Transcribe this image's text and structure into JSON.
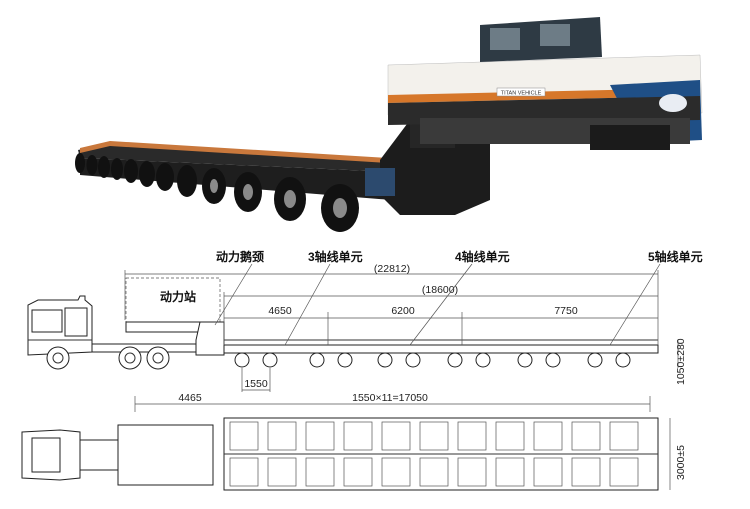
{
  "labels": {
    "gooseneck": "动力鹅颈",
    "axle3": "3轴线单元",
    "axle4": "4轴线单元",
    "axle5": "5轴线单元",
    "power_station": "动力站"
  },
  "dimensions": {
    "overall": "(22812)",
    "platform": "(18600)",
    "seg1": "4650",
    "seg2": "6200",
    "seg3": "7750",
    "axle_spacing": "1550",
    "front_offset": "4465",
    "axle_total": "1550×11=17050",
    "height": "1050±280",
    "width": "3000±5"
  },
  "photo": {
    "brand_plate": "TITAN VEHICLE",
    "colors": {
      "body": "#f3f1ec",
      "accent": "#d6772a",
      "blue": "#1f4f86",
      "dark": "#1b1b1b"
    }
  }
}
